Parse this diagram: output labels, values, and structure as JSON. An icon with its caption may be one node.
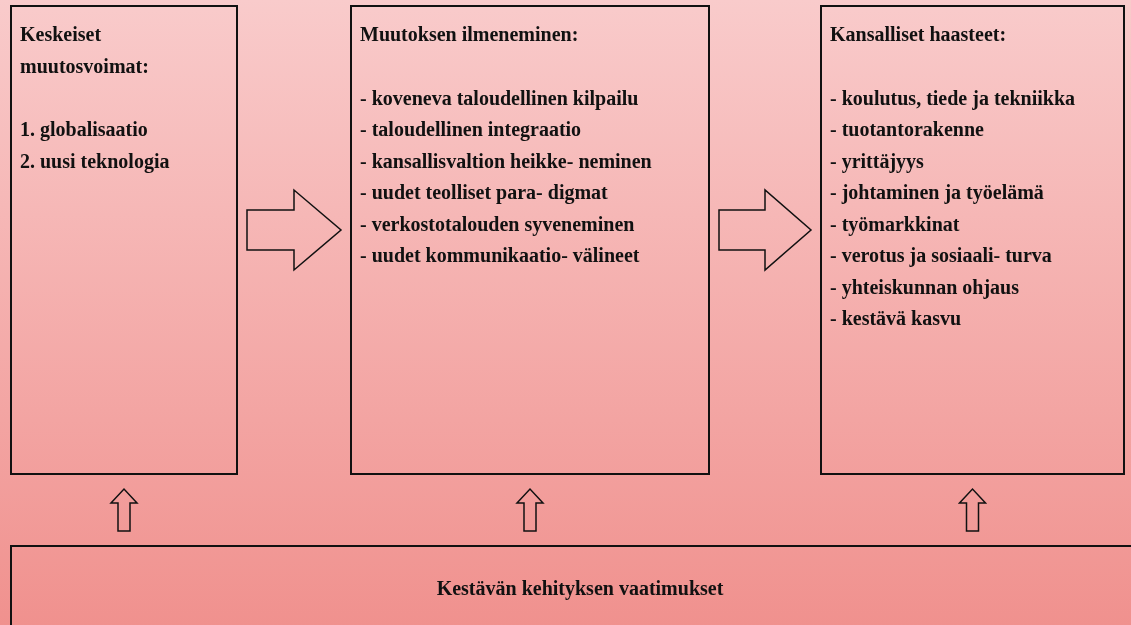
{
  "diagram": {
    "nodes": [
      {
        "text": [
          "Keskeiset muutosvoimat:",
          "1. globalisaatio",
          "2. uusi teknologia"
        ]
      },
      {
        "text": [
          "Muutoksen ilmeneminen:",
          "- koveneva taloudellinen kilpailu",
          "- taloudellinen integraatio",
          "- kansallisvaltion heikke- neminen",
          "- uudet teolliset para- digmat",
          "- verkostotalouden syveneminen",
          "- uudet kommunikaatio- välineet"
        ]
      },
      {
        "text": [
          "Kansalliset haasteet:",
          "- koulutus, tiede ja tekniikka",
          "- tuotantorakenne",
          "- yrittäjyys",
          "- johtaminen ja työelämä",
          "- työmarkkinat",
          "- verotus ja sosiaali- turva",
          "- yhteiskunnan ohjaus",
          "- kestävä kasvu"
        ]
      },
      {
        "text": [
          "Kestävän kehityksen vaatimukset"
        ]
      }
    ],
    "edges": [
      {
        "from": 0,
        "to": 1,
        "arrow": "to"
      },
      {
        "from": 1,
        "to": 2,
        "arrow": "to"
      },
      {
        "from": 3,
        "to": 0,
        "arrow": "to"
      },
      {
        "from": 3,
        "to": 1,
        "arrow": "to"
      },
      {
        "from": 3,
        "to": 2,
        "arrow": "to"
      }
    ]
  }
}
